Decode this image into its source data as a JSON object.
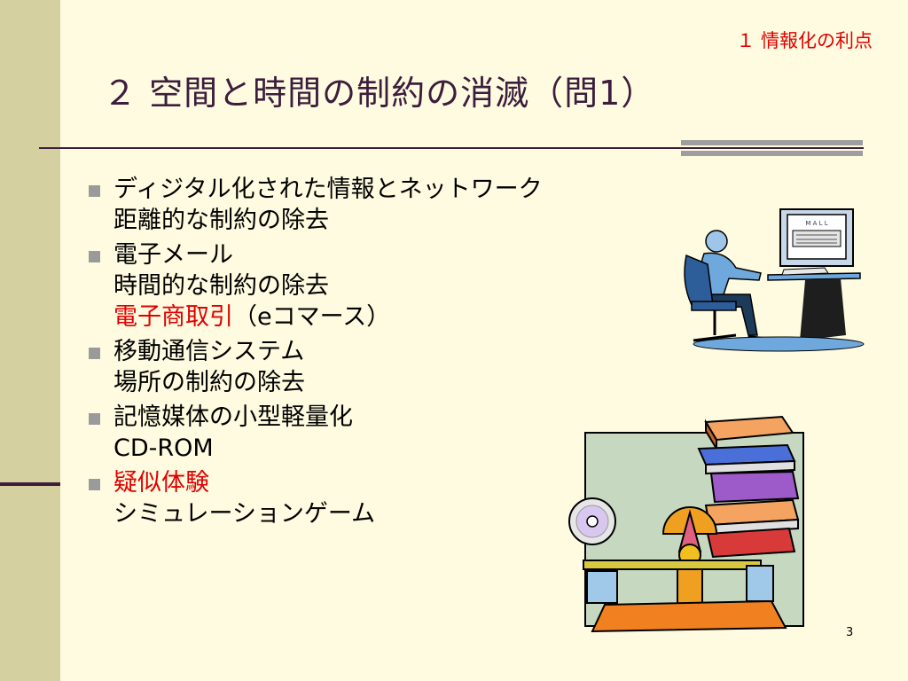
{
  "slide": {
    "subtitle": "１ 情報化の利点",
    "title": "２ 空間と時間の制約の消滅（問1）",
    "page_number": "3"
  },
  "bullets": [
    {
      "lines": [
        {
          "text": "ディジタル化された情報とネットワーク"
        },
        {
          "text": "距離的な制約の除去"
        }
      ]
    },
    {
      "lines": [
        {
          "text": "電子メール"
        },
        {
          "text": "時間的な制約の除去"
        },
        {
          "red_text": "電子商取引",
          "text": "（eコマース）"
        }
      ]
    },
    {
      "lines": [
        {
          "text": "移動通信システム"
        },
        {
          "text": "場所の制約の除去"
        }
      ]
    },
    {
      "lines": [
        {
          "text": "記憶媒体の小型軽量化"
        },
        {
          "text": "CD-ROM"
        }
      ]
    },
    {
      "lines": [
        {
          "red_text": "疑似体験"
        },
        {
          "text": "シミュレーションゲーム"
        }
      ]
    }
  ],
  "clipart": {
    "computer_screen_text": "M A L L"
  },
  "colors": {
    "background": "#FFFBE0",
    "side_bar": "#D4D0A0",
    "title": "#3C1D3C",
    "accent_red": "#E00000",
    "bullet": "#9A9A9A"
  }
}
